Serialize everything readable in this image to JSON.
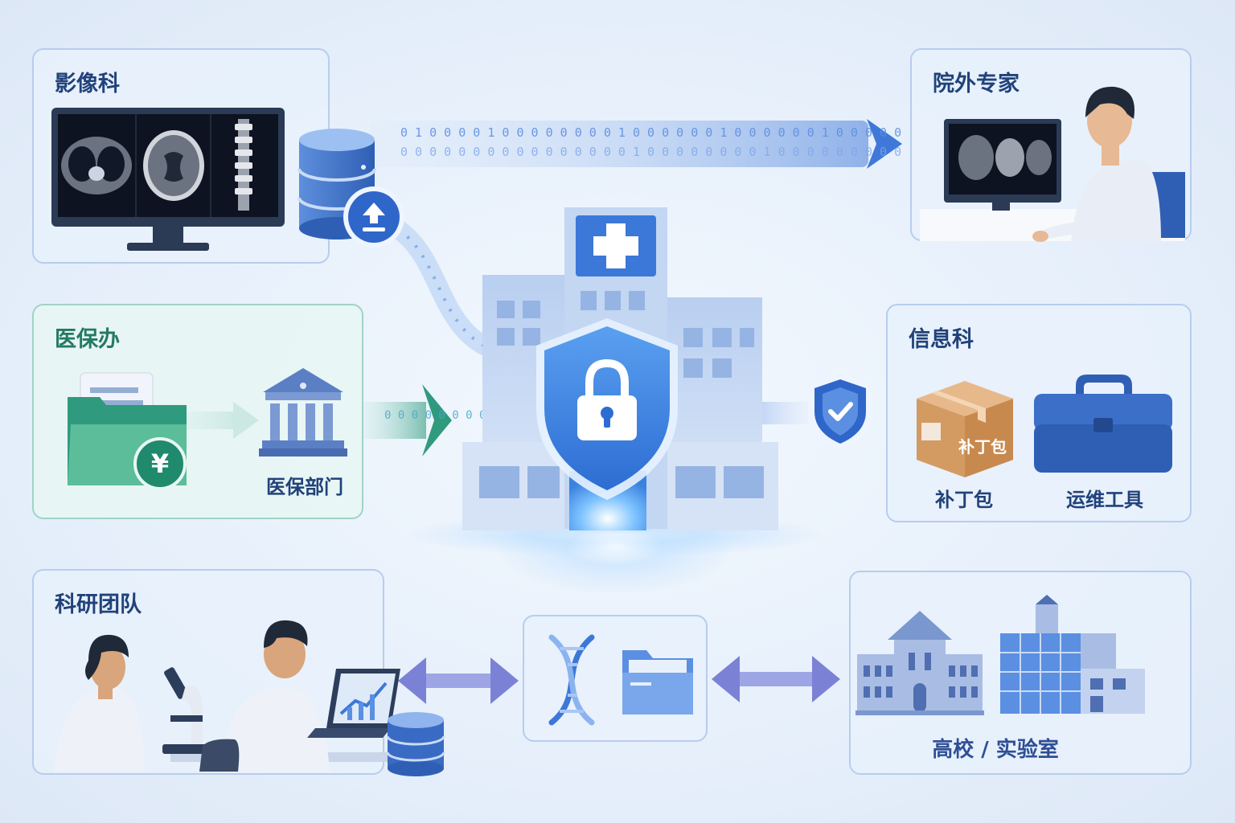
{
  "panels": {
    "imaging": {
      "title": "影像科"
    },
    "external_expert": {
      "title": "院外专家"
    },
    "insurance_office": {
      "title": "医保办",
      "dept_label": "医保部门",
      "currency_symbol": "¥"
    },
    "it_department": {
      "title": "信息科",
      "patch_label": "补丁包",
      "patch_box_text": "补丁包",
      "tools_label": "运维工具"
    },
    "research_team": {
      "title": "科研团队"
    },
    "university": {
      "title": "高校 / 实验室"
    }
  },
  "data_streams": {
    "row1": "0 1 0 0 0 0 1 0 0 0 0 0 0 0 0 1 0 0 0 0 0 0 1 0 0 0 0 0 0 1 0 0 0 0 0",
    "row2": "0 0 0 0 0 0 0 0 0 0 0 0 0 0 0 0 1 0 0 0 0 0 0 0 0 1 0 0 0 0 0 0 0 0 0",
    "insurance": "0 0 0 0 0 0 0 0 0 0 0 0 0"
  },
  "icons": [
    "database-icon",
    "upload-icon",
    "shield-lock-icon",
    "shield-check-icon",
    "medical-cross-icon",
    "bank-icon",
    "folder-icon",
    "dna-icon",
    "microscope-icon",
    "laptop-chart-icon",
    "toolbox-icon",
    "package-box-icon"
  ],
  "colors": {
    "accent_blue": "#3f78d8",
    "insurance_green": "#2f9a7e",
    "research_purple": "#7b82d6",
    "title_text": "#21427a"
  }
}
